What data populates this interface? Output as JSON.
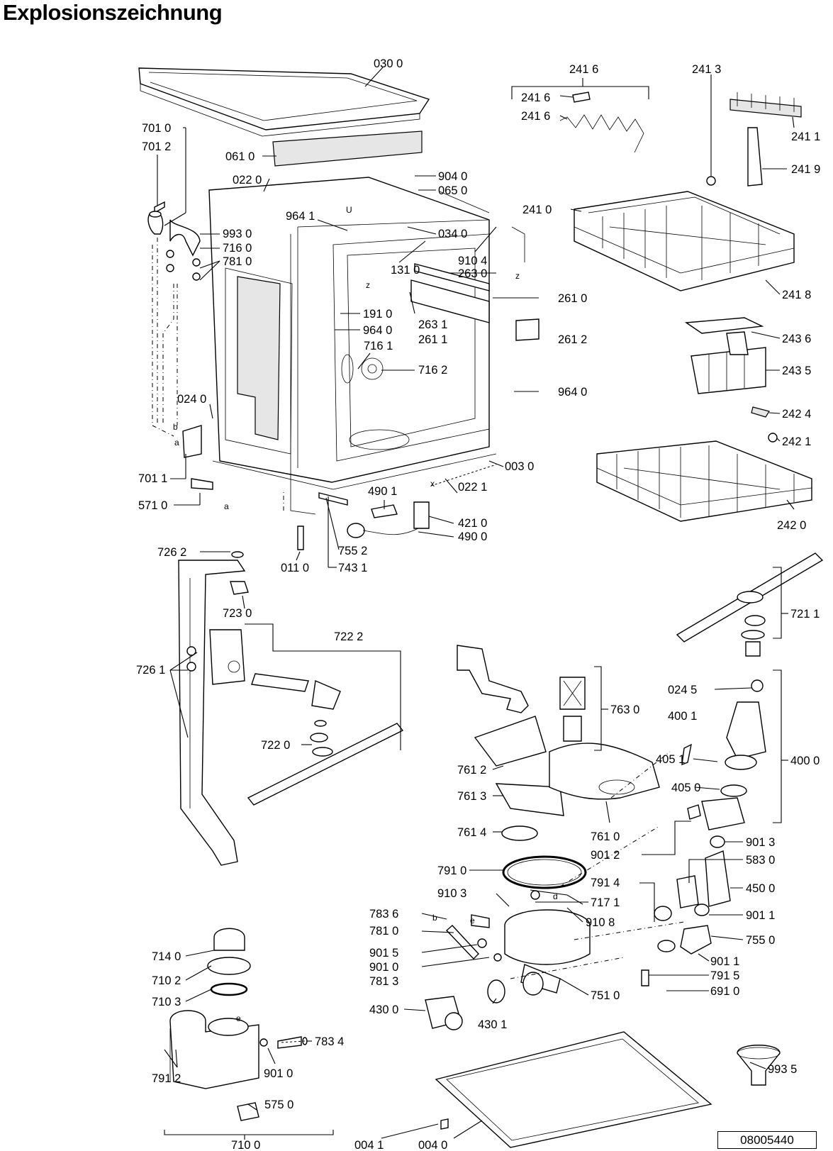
{
  "title": "Explosionszeichnung",
  "reference_number": "08005440",
  "callouts": [
    {
      "id": "030-0",
      "text": "030 0"
    },
    {
      "id": "061-0",
      "text": "061 0"
    },
    {
      "id": "022-0",
      "text": "022 0"
    },
    {
      "id": "904-0",
      "text": "904 0"
    },
    {
      "id": "065-0",
      "text": "065 0"
    },
    {
      "id": "964-1",
      "text": "964 1"
    },
    {
      "id": "034-0",
      "text": "034 0"
    },
    {
      "id": "910-4",
      "text": "910 4"
    },
    {
      "id": "131-0",
      "text": "131 0"
    },
    {
      "id": "263-0",
      "text": "263 0"
    },
    {
      "id": "261-0",
      "text": "261 0"
    },
    {
      "id": "191-0",
      "text": "191 0"
    },
    {
      "id": "964-0a",
      "text": "964 0"
    },
    {
      "id": "263-1",
      "text": "263 1"
    },
    {
      "id": "261-1",
      "text": "261 1"
    },
    {
      "id": "261-2",
      "text": "261 2"
    },
    {
      "id": "716-1",
      "text": "716 1"
    },
    {
      "id": "716-2",
      "text": "716 2"
    },
    {
      "id": "964-0b",
      "text": "964 0"
    },
    {
      "id": "024-0",
      "text": "024 0"
    },
    {
      "id": "003-0",
      "text": "003 0"
    },
    {
      "id": "701-0",
      "text": "701 0"
    },
    {
      "id": "701-2",
      "text": "701 2"
    },
    {
      "id": "993-0",
      "text": "993 0"
    },
    {
      "id": "716-0",
      "text": "716 0"
    },
    {
      "id": "781-0a",
      "text": "781 0"
    },
    {
      "id": "701-1",
      "text": "701 1"
    },
    {
      "id": "571-0",
      "text": "571 0"
    },
    {
      "id": "490-1",
      "text": "490 1"
    },
    {
      "id": "022-1",
      "text": "022 1"
    },
    {
      "id": "421-0",
      "text": "421 0"
    },
    {
      "id": "490-0",
      "text": "490 0"
    },
    {
      "id": "755-2",
      "text": "755 2"
    },
    {
      "id": "743-1",
      "text": "743 1"
    },
    {
      "id": "011-0",
      "text": "011 0"
    },
    {
      "id": "241-6a",
      "text": "241 6"
    },
    {
      "id": "241-6b",
      "text": "241 6"
    },
    {
      "id": "241-6c",
      "text": "241 6"
    },
    {
      "id": "241-3",
      "text": "241 3"
    },
    {
      "id": "241-1",
      "text": "241 1"
    },
    {
      "id": "241-9",
      "text": "241 9"
    },
    {
      "id": "241-0",
      "text": "241 0"
    },
    {
      "id": "241-8",
      "text": "241 8"
    },
    {
      "id": "243-6",
      "text": "243 6"
    },
    {
      "id": "243-5",
      "text": "243 5"
    },
    {
      "id": "242-4",
      "text": "242 4"
    },
    {
      "id": "242-1",
      "text": "242 1"
    },
    {
      "id": "242-0",
      "text": "242 0"
    },
    {
      "id": "726-2",
      "text": "726 2"
    },
    {
      "id": "723-0",
      "text": "723 0"
    },
    {
      "id": "722-2",
      "text": "722 2"
    },
    {
      "id": "726-1",
      "text": "726 1"
    },
    {
      "id": "722-0",
      "text": "722 0"
    },
    {
      "id": "721-1",
      "text": "721 1"
    },
    {
      "id": "024-5",
      "text": "024 5"
    },
    {
      "id": "400-1",
      "text": "400 1"
    },
    {
      "id": "400-0",
      "text": "400 0"
    },
    {
      "id": "405-1",
      "text": "405 1"
    },
    {
      "id": "405-0",
      "text": "405 0"
    },
    {
      "id": "763-0",
      "text": "763 0"
    },
    {
      "id": "761-2",
      "text": "761 2"
    },
    {
      "id": "761-3",
      "text": "761 3"
    },
    {
      "id": "761-4",
      "text": "761 4"
    },
    {
      "id": "761-0",
      "text": "761 0"
    },
    {
      "id": "901-2",
      "text": "901 2"
    },
    {
      "id": "901-3",
      "text": "901 3"
    },
    {
      "id": "583-0",
      "text": "583 0"
    },
    {
      "id": "791-4",
      "text": "791 4"
    },
    {
      "id": "450-0",
      "text": "450 0"
    },
    {
      "id": "791-0",
      "text": "791 0"
    },
    {
      "id": "910-3",
      "text": "910 3"
    },
    {
      "id": "717-1",
      "text": "717 1"
    },
    {
      "id": "910-8",
      "text": "910 8"
    },
    {
      "id": "901-1a",
      "text": "901 1"
    },
    {
      "id": "783-6",
      "text": "783 6"
    },
    {
      "id": "781-0b",
      "text": "781 0"
    },
    {
      "id": "755-0",
      "text": "755 0"
    },
    {
      "id": "901-5",
      "text": "901 5"
    },
    {
      "id": "901-0a",
      "text": "901 0"
    },
    {
      "id": "901-1b",
      "text": "901 1"
    },
    {
      "id": "781-3",
      "text": "781 3"
    },
    {
      "id": "791-5",
      "text": "791 5"
    },
    {
      "id": "751-0",
      "text": "751 0"
    },
    {
      "id": "691-0",
      "text": "691 0"
    },
    {
      "id": "430-0",
      "text": "430 0"
    },
    {
      "id": "430-1",
      "text": "430 1"
    },
    {
      "id": "714-0",
      "text": "714 0"
    },
    {
      "id": "710-2",
      "text": "710 2"
    },
    {
      "id": "710-3",
      "text": "710 3"
    },
    {
      "id": "783-4",
      "text": "783 4"
    },
    {
      "id": "901-0b",
      "text": "901 0"
    },
    {
      "id": "791-2",
      "text": "791 2"
    },
    {
      "id": "575-0",
      "text": "575 0"
    },
    {
      "id": "710-0",
      "text": "710 0"
    },
    {
      "id": "993-5",
      "text": "993 5"
    },
    {
      "id": "004-1",
      "text": "004 1"
    },
    {
      "id": "004-0",
      "text": "004 0"
    }
  ],
  "connector_letters": [
    "a",
    "b",
    "a",
    "d",
    "e",
    "b",
    "e",
    "x",
    "z",
    "z",
    "U"
  ]
}
